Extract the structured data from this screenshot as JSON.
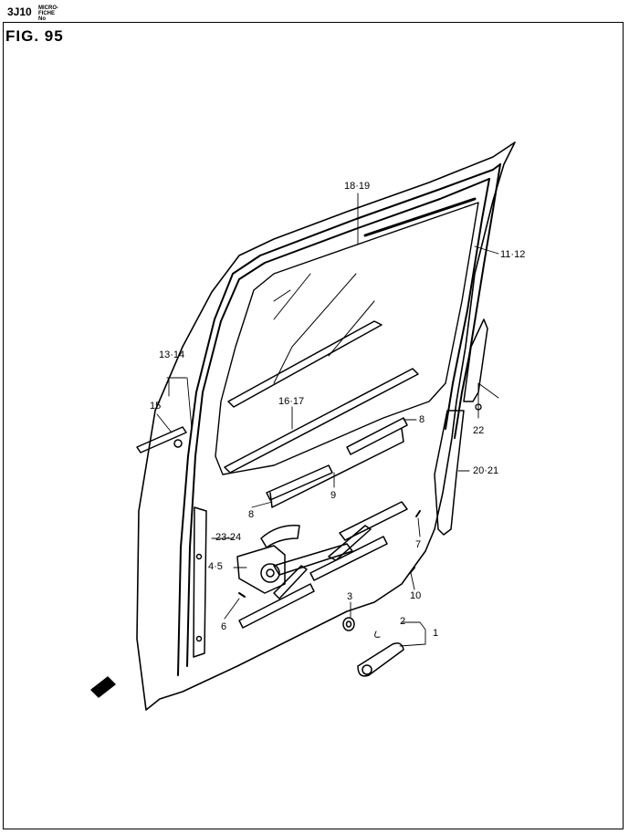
{
  "header": {
    "code": "3J10",
    "microfiche_line1": "MICRO-",
    "microfiche_line2": "FICHE No"
  },
  "figure": {
    "title": "FIG. 95"
  },
  "callouts": [
    {
      "id": "18-19",
      "text": "18·19"
    },
    {
      "id": "11-12",
      "text": "11·12"
    },
    {
      "id": "13-14",
      "text": "13·14"
    },
    {
      "id": "15",
      "text": "15"
    },
    {
      "id": "16-17",
      "text": "16·17"
    },
    {
      "id": "8a",
      "text": "8"
    },
    {
      "id": "22",
      "text": "22"
    },
    {
      "id": "20-21",
      "text": "20·21"
    },
    {
      "id": "9",
      "text": "9"
    },
    {
      "id": "8b",
      "text": "8"
    },
    {
      "id": "23-24",
      "text": "23·24"
    },
    {
      "id": "4-5",
      "text": "4·5"
    },
    {
      "id": "7",
      "text": "7"
    },
    {
      "id": "10",
      "text": "10"
    },
    {
      "id": "3",
      "text": "3"
    },
    {
      "id": "6",
      "text": "6"
    },
    {
      "id": "2",
      "text": "2"
    },
    {
      "id": "1",
      "text": "1"
    }
  ],
  "colors": {
    "ink": "#000000",
    "paper": "#ffffff"
  }
}
